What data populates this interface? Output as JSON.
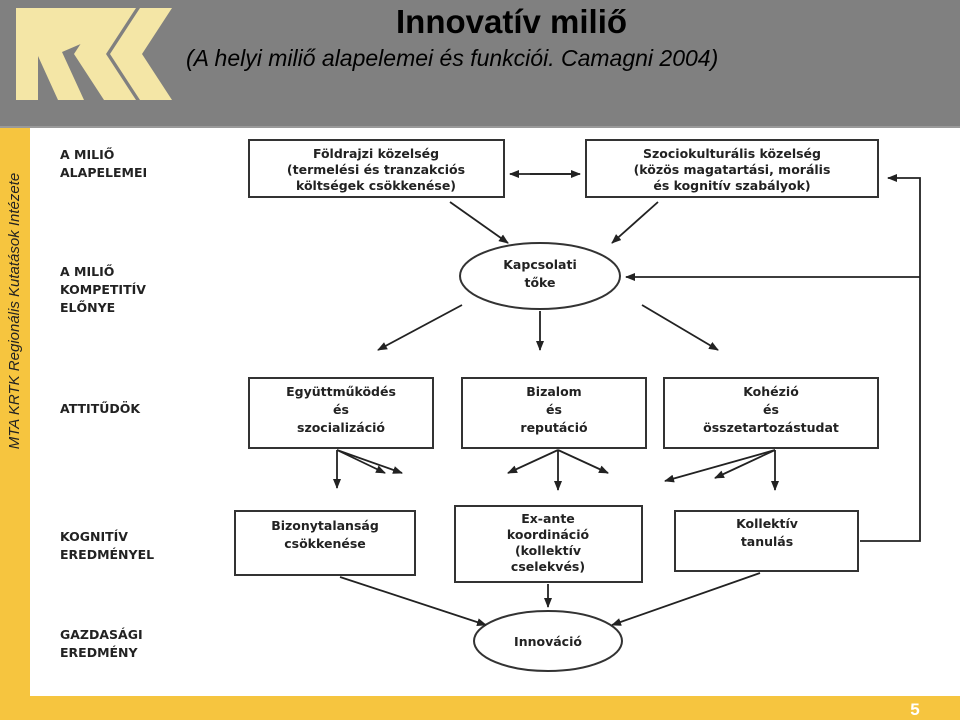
{
  "header": {
    "title": "Innovatív miliő",
    "subtitle": "(A helyi miliő alapelemei és funkciói. Camagni 2004)"
  },
  "sidebar": {
    "org_text": "MTA KRTK Regionális Kutatások Intézete"
  },
  "diagram": {
    "levels": [
      {
        "line1": "A MILIŐ",
        "line2": "ALAPELEMEI",
        "line3": ""
      },
      {
        "line1": "A MILIŐ",
        "line2": "KOMPETITÍV",
        "line3": "ELŐNYE"
      },
      {
        "line1": "ATTITŰDÖK",
        "line2": "",
        "line3": ""
      },
      {
        "line1": "KOGNITÍV",
        "line2": "EREDMÉNYEL",
        "line3": ""
      },
      {
        "line1": "GAZDASÁGI",
        "line2": "EREDMÉNY",
        "line3": ""
      }
    ],
    "nodes": {
      "foldrajzi": {
        "title": "Földrajzi közelség",
        "line2": "(termelési és tranzakciós",
        "line3": "költségek csökkenése)"
      },
      "szociokulturalis": {
        "title": "Szociokulturális közelség",
        "line2": "(közös magatartási, morális",
        "line3": "és kognitív szabályok)"
      },
      "kapcsolati": {
        "line1": "Kapcsolati",
        "line2": "tőke"
      },
      "egyuttmukodes": {
        "line1": "Együttműködés",
        "line2": "és",
        "line3": "szocializáció"
      },
      "bizalom": {
        "line1": "Bizalom",
        "line2": "és",
        "line3": "reputáció"
      },
      "kohezio": {
        "line1": "Kohézió",
        "line2": "és",
        "line3": "összetartozástudat"
      },
      "bizonytalansag": {
        "line1": "Bizonytalanság",
        "line2": "csökkenése"
      },
      "exante": {
        "line1": "Ex-ante",
        "line2": "koordináció",
        "line3": "(kollektív",
        "line4": "cselekvés)"
      },
      "kollektiv": {
        "line1": "Kollektív",
        "line2": "tanulás"
      },
      "innovacio": {
        "line1": "Innováció"
      }
    }
  },
  "footer": {
    "page_number": "5"
  },
  "colors": {
    "header_bg": "#808080",
    "accent_yellow": "#f6c53f",
    "logo_fill": "#f4e6a6"
  }
}
